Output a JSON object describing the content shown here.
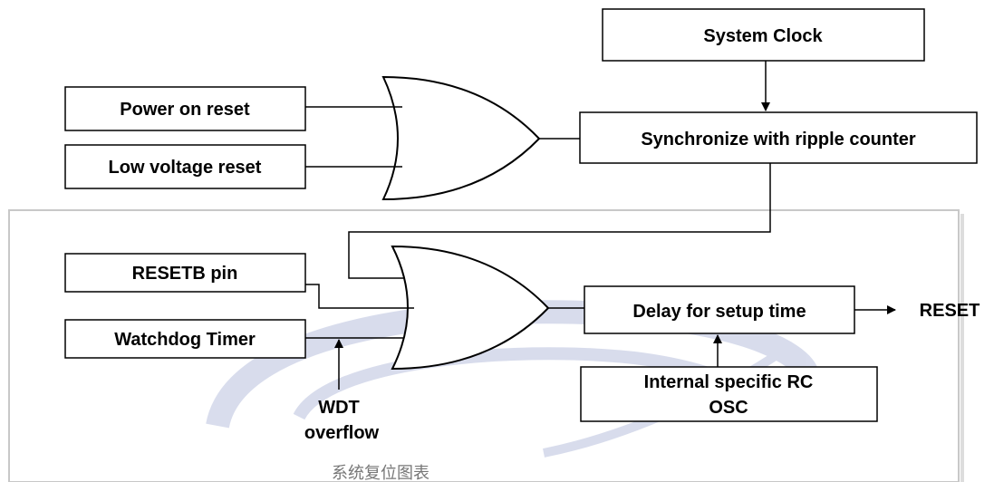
{
  "diagram": {
    "blocks": {
      "system_clock": "System Clock",
      "power_on_reset": "Power on reset",
      "low_voltage_reset": "Low voltage reset",
      "synchronize": "Synchronize with ripple counter",
      "resetb_pin": "RESETB pin",
      "watchdog_timer": "Watchdog Timer",
      "delay_setup": "Delay for setup time",
      "internal_rc_line1": "Internal specific RC",
      "internal_rc_line2": "OSC"
    },
    "labels": {
      "reset_output": "RESET",
      "wdt_line1": "WDT",
      "wdt_line2": "overflow"
    },
    "caption": "系统复位图表"
  },
  "colors": {
    "line": "#000000",
    "frame": "#c8c8c8",
    "watermark": "#b0b8d8"
  }
}
